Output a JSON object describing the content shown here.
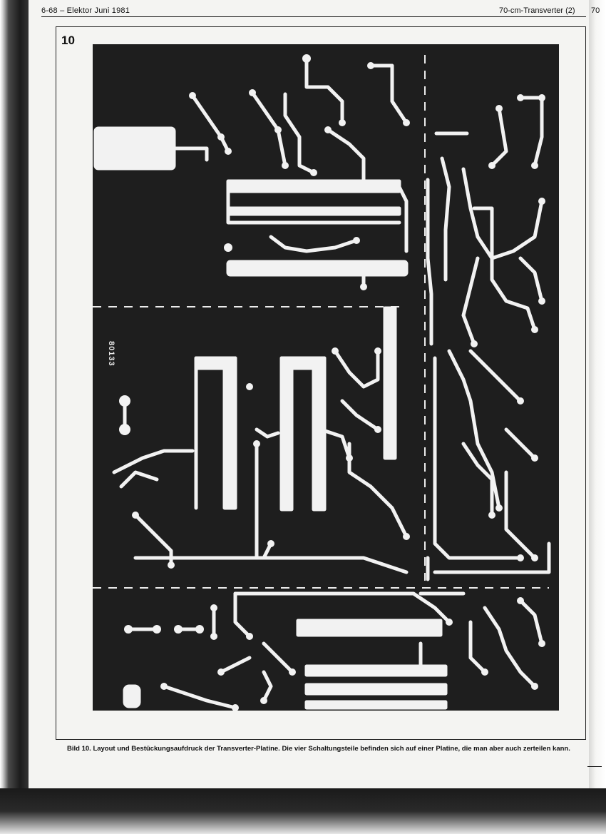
{
  "header": {
    "left": "6-68 – Elektor Juni 1981",
    "right": "70-cm-Transverter (2)",
    "peek": "70"
  },
  "figure": {
    "number": "10",
    "board_id": "80133",
    "caption_label": "Bild 10.",
    "caption_text": "Layout und Bestückungsaufdruck der Transverter-Platine. Die vier Schaltungsteile befinden sich auf einer Platine, die man aber auch zerteilen kann."
  },
  "colors": {
    "board": "#1e1e1e",
    "copper": "#f2f2f2",
    "paper": "#f4f4f2"
  }
}
